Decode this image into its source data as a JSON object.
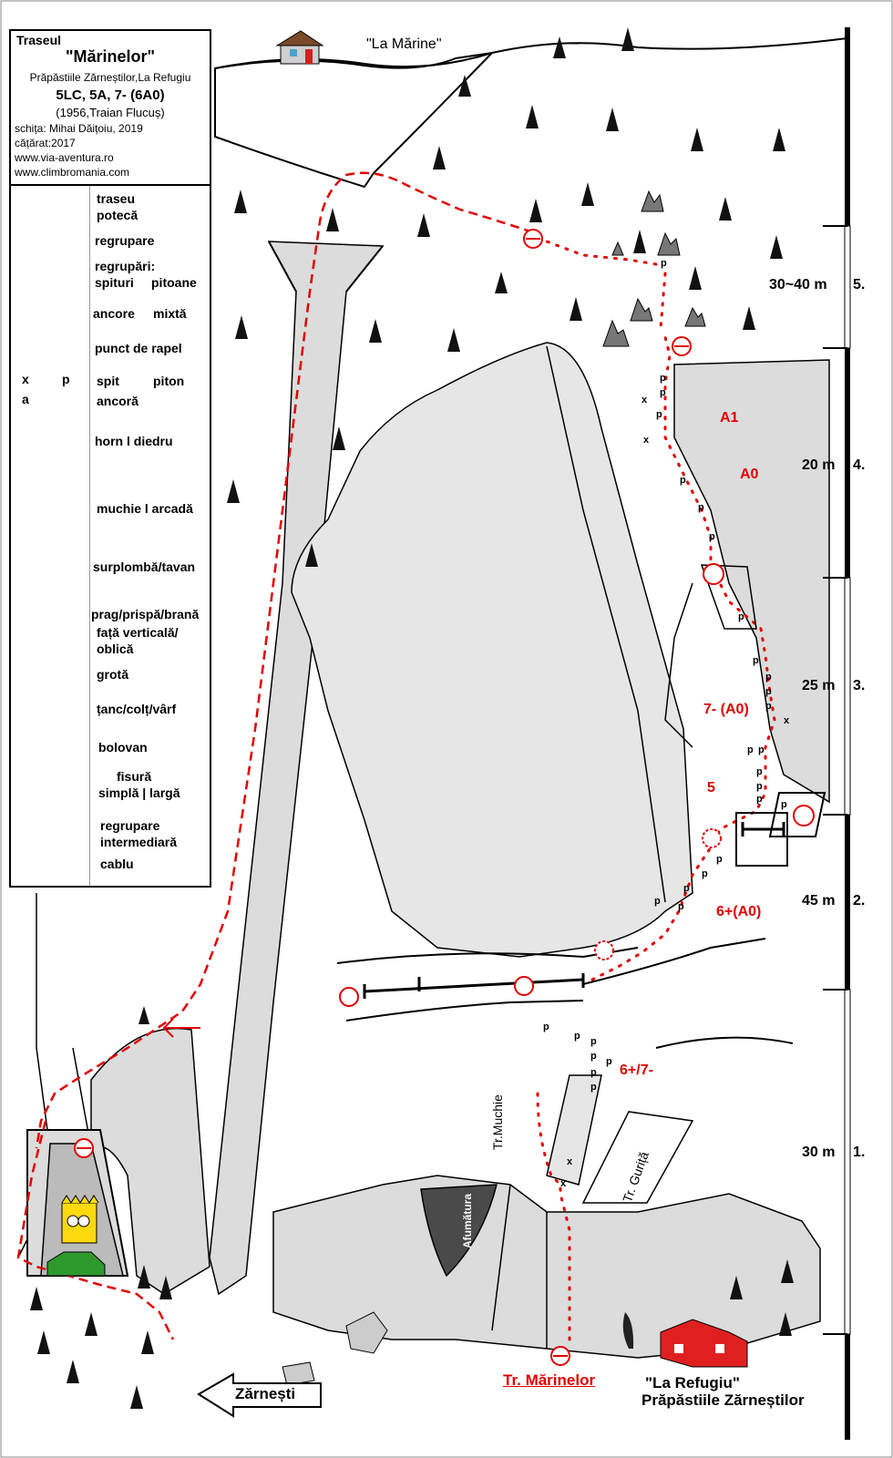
{
  "legend": {
    "route_title": "Traseul",
    "route_name": "\"Mărinelor\"",
    "location": "Prăpăstiile Zărneștilor,La Refugiu",
    "grades": "5LC, 5A, 7-  (6A0)",
    "first_ascent": "(1956,Traian Flucuș)",
    "sketch": "schița: Mihai Dăițoiu, 2019",
    "climbed": "cățărat:2017",
    "site1": "www.via-aventura.ro",
    "site2": "www.climbromania.com",
    "items": {
      "traseu": "traseu",
      "poteca": "potecă",
      "regrupare": "regrupare",
      "regrupari": "regrupări:",
      "spituri": "spituri",
      "pitoane": "pitoane",
      "ancore": "ancore",
      "mixta": "mixtă",
      "rapel": "punct de rapel",
      "spit": "spit",
      "piton": "piton",
      "ancora": "ancoră",
      "horn": "horn    l diedru",
      "muchie": "muchie l arcadă",
      "surplomba": "surplombă/tavan",
      "prag": "prag/prispă/brană",
      "fata1": "față verticală/",
      "fata2": "oblică",
      "grota": "grotă",
      "tanc": "țanc/colț/vârf",
      "bolovan": "bolovan",
      "fisura1": "fisură",
      "fisura2": "simplă  |  largă",
      "interm1": "regrupare",
      "interm2": "intermediară",
      "cablu": "cablu",
      "sym_x": "x",
      "sym_p": "p",
      "sym_a": "a"
    }
  },
  "map": {
    "la_marine": "\"La Mărine\"",
    "zarnesti": "Zărnești",
    "tr_marinelor": "Tr. Mărinelor",
    "la_refugiu": "\"La Refugiu\"",
    "prapastii": "Prăpăstiile Zărneștilor",
    "tr_muchie": "Tr.Muchie",
    "tr_gurita": "Tr. Guriță",
    "afumatura": "Afumătura"
  },
  "grades": {
    "a1": "A1",
    "a0": "A0",
    "g7a0": "7- (A0)",
    "g5": "5",
    "g6a0": "6+(A0)",
    "g67": "6+/7-"
  },
  "pitches": [
    {
      "length": "30~40 m",
      "number": "5."
    },
    {
      "length": "20 m",
      "number": "4."
    },
    {
      "length": "25 m",
      "number": "3."
    },
    {
      "length": "45 m",
      "number": "2."
    },
    {
      "length": "30 m",
      "number": "1."
    }
  ],
  "colors": {
    "route": "#e00000",
    "rock": "#dcdcdc",
    "dark": "#444444"
  }
}
